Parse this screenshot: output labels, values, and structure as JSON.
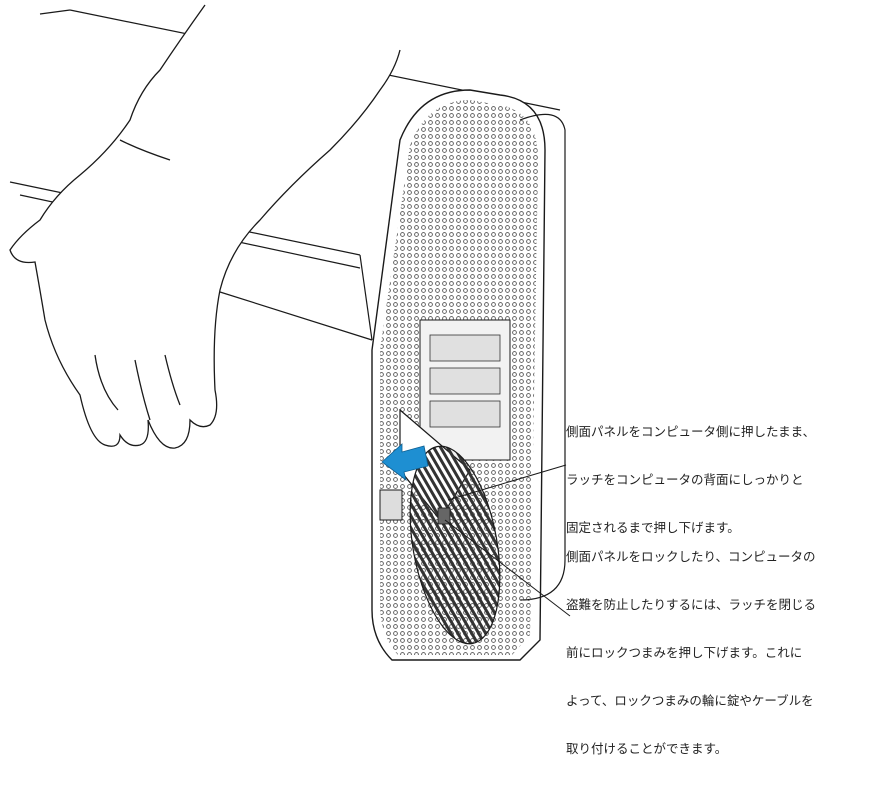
{
  "callouts": [
    {
      "lines": [
        "側面パネルをコンピュータ側に押したまま、",
        "ラッチをコンピュータの背面にしっかりと",
        "固定されるまで押し下げます。"
      ]
    },
    {
      "lines": [
        "側面パネルをロックしたり、コンピュータの",
        "盗難を防止したりするには、ラッチを閉じる",
        "前にロックつまみを押し下げます。これに",
        "よって、ロックつまみの輪に錠やケーブルを",
        "取り付けることができます。"
      ]
    }
  ],
  "colors": {
    "arrow": "#1e8fd2",
    "line_art": "#1a1a1a",
    "grille": "#555555"
  },
  "icons": {
    "arrow": "push-arrow-icon"
  }
}
